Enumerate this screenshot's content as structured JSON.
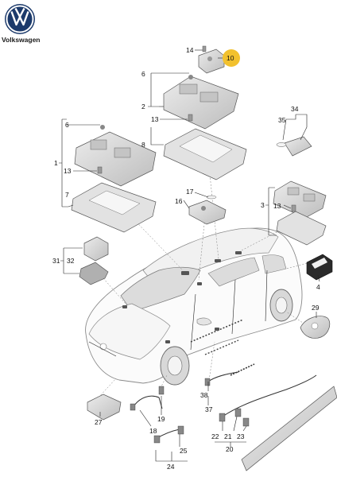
{
  "brand": {
    "name": "Volkswagen",
    "colors": {
      "logo": "#1c3a6b",
      "highlight": "#f2c12e",
      "part_fill": "#d9d9d9",
      "part_dark": "#b7b7b7"
    }
  },
  "labels": [
    {
      "id": "l1",
      "text": "1"
    },
    {
      "id": "l2",
      "text": "2"
    },
    {
      "id": "l3",
      "text": "3"
    },
    {
      "id": "l4",
      "text": "4"
    },
    {
      "id": "l6a",
      "text": "6"
    },
    {
      "id": "l6b",
      "text": "6"
    },
    {
      "id": "l7",
      "text": "7"
    },
    {
      "id": "l8",
      "text": "8"
    },
    {
      "id": "l10",
      "text": "10"
    },
    {
      "id": "l13a",
      "text": "13"
    },
    {
      "id": "l13b",
      "text": "13"
    },
    {
      "id": "l13c",
      "text": "13"
    },
    {
      "id": "l14",
      "text": "14"
    },
    {
      "id": "l16",
      "text": "16"
    },
    {
      "id": "l17",
      "text": "17"
    },
    {
      "id": "l18",
      "text": "18"
    },
    {
      "id": "l19",
      "text": "19"
    },
    {
      "id": "l20",
      "text": "20"
    },
    {
      "id": "l21",
      "text": "21"
    },
    {
      "id": "l22",
      "text": "22"
    },
    {
      "id": "l23",
      "text": "23"
    },
    {
      "id": "l24",
      "text": "24"
    },
    {
      "id": "l25",
      "text": "25"
    },
    {
      "id": "l27",
      "text": "27"
    },
    {
      "id": "l29",
      "text": "29"
    },
    {
      "id": "l31",
      "text": "31"
    },
    {
      "id": "l32",
      "text": "32"
    },
    {
      "id": "l34",
      "text": "34"
    },
    {
      "id": "l35",
      "text": "35"
    },
    {
      "id": "l37",
      "text": "37"
    },
    {
      "id": "l38",
      "text": "38"
    }
  ]
}
